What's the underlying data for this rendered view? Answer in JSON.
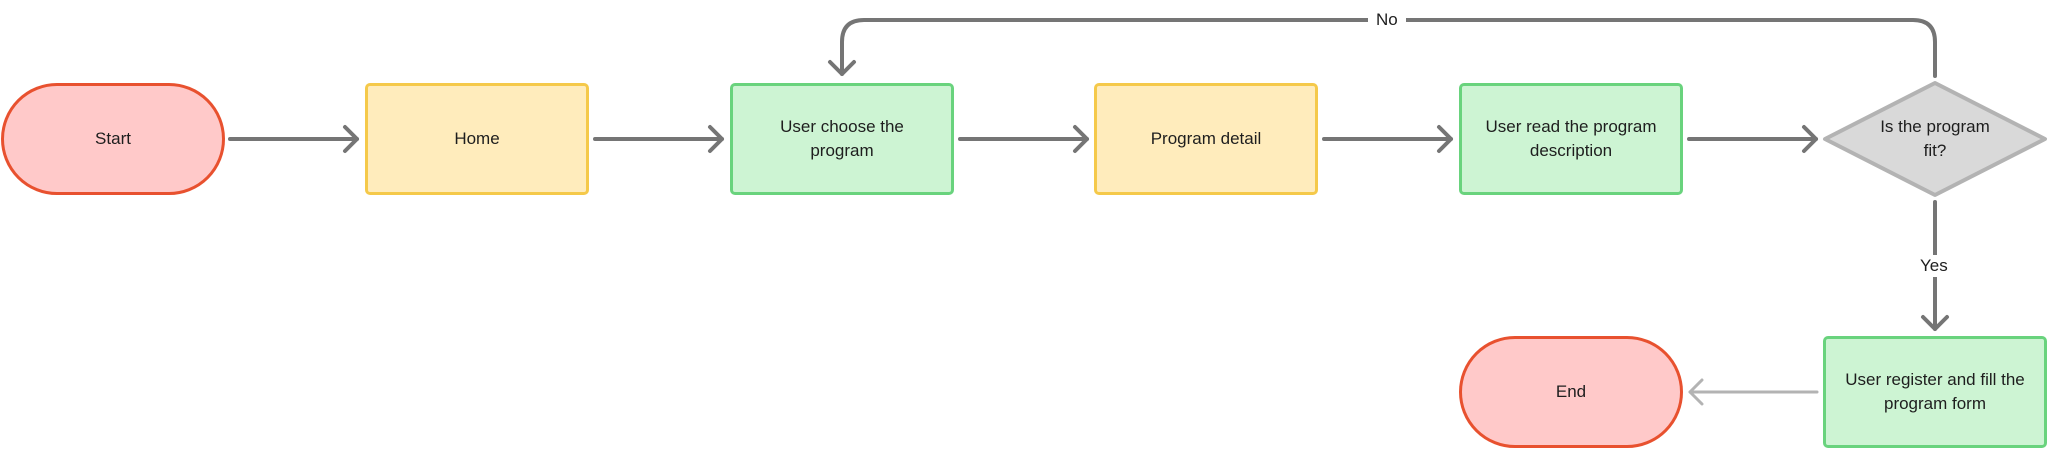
{
  "nodes": {
    "start": "Start",
    "home": "Home",
    "choose_program": "User choose the program",
    "program_detail": "Program detail",
    "read_description": "User read the program description",
    "decision": "Is the program fit?",
    "register": "User register and fill the program form",
    "end": "End"
  },
  "edges": {
    "no_label": "No",
    "yes_label": "Yes"
  },
  "colors": {
    "terminal_fill": "#ffc9c9",
    "terminal_stroke": "#e8512f",
    "screen_fill": "#ffecbc",
    "screen_stroke": "#f5c94a",
    "action_fill": "#cdf4d3",
    "action_stroke": "#69d37d",
    "decision_fill": "#d9d9d9",
    "decision_stroke": "#b3b3b3",
    "connector": "#757575",
    "connector_light": "#b3b3b3"
  }
}
